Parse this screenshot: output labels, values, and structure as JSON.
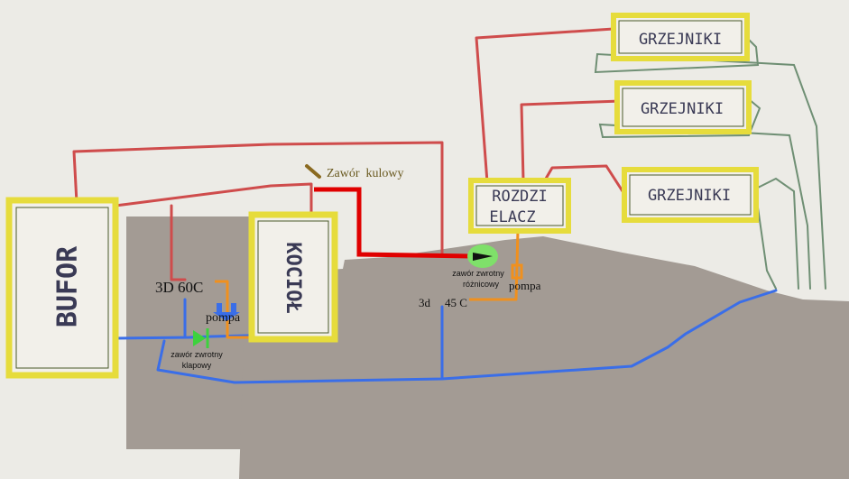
{
  "components": {
    "bufor": "BUFOR",
    "kociol": "KOCIOŁ",
    "rozdzielacz_line1": "ROZDZI",
    "rozdzielacz_line2": "ELACZ",
    "grzejniki": [
      "GRZEJNIKI",
      "GRZEJNIKI",
      "GRZEJNIKI"
    ]
  },
  "labels": {
    "zawor_kulowy": "Zawór  kulowy",
    "temp_kociol": "3D 60C",
    "pompa_kociol": "pompa",
    "zawor_klapowy_line1": "zawór zwrotny",
    "zawor_klapowy_line2": "klapowy",
    "zawor_roznicowy_line1": "zawór zwrotny",
    "zawor_roznicowy_line2": "różnicowy",
    "pompa_rozdzielacz": "pompa",
    "temp_3d": "3d",
    "temp_45c": "45 C"
  },
  "colors": {
    "paper": "#ecebe6",
    "overlay": "#a39b94",
    "frame": "#e6dc3c",
    "supply": "#cf4c4c",
    "supply_main": "#e00000",
    "return": "#3a6ee8",
    "pump_line": "#f0901e",
    "check_valve": "#3dd23d",
    "diff_valve": "#7fe06a",
    "return_green": "#6f8f74"
  }
}
